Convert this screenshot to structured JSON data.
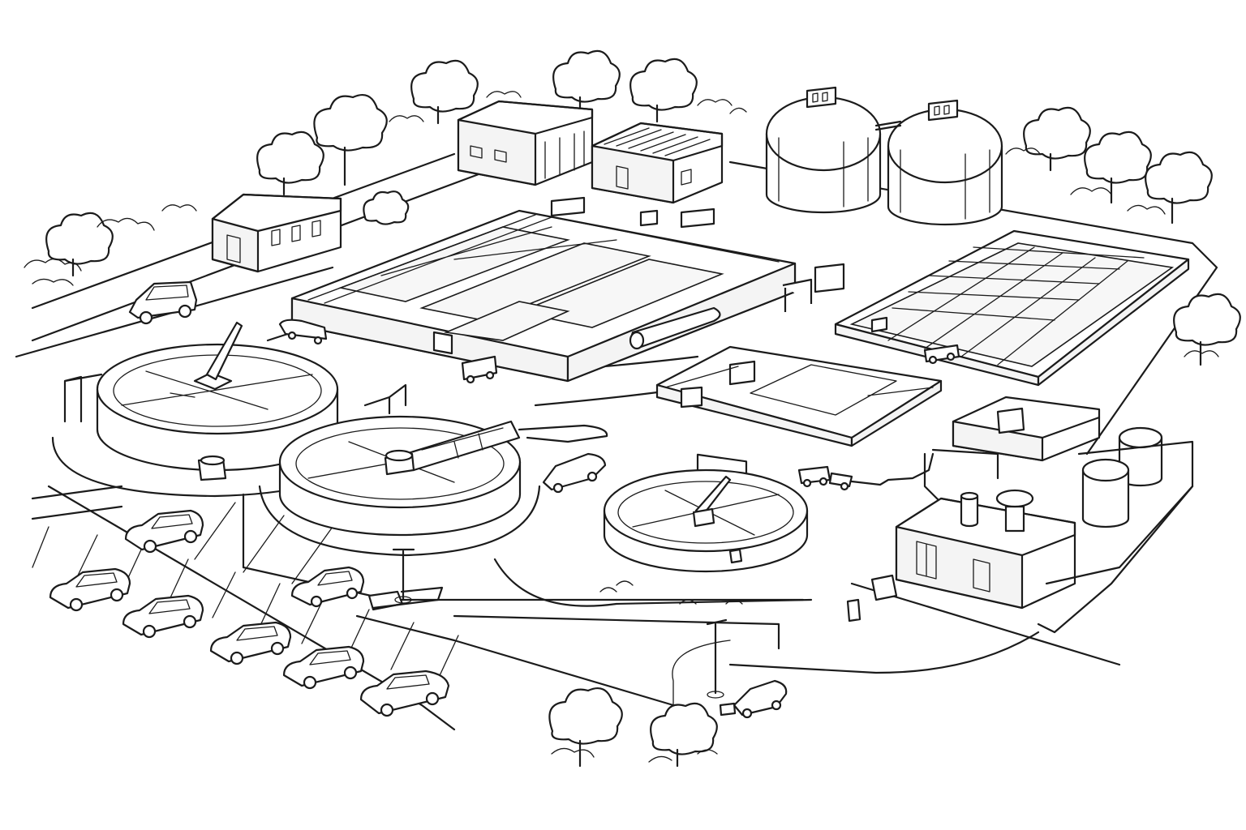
{
  "scene": {
    "ink_color": "#1b1b1b",
    "paper_color": "#ffffff",
    "style": "black-and-white line drawing",
    "contents": {
      "circular_clarifiers": 3,
      "storage_tanks_large": 2,
      "storage_tanks_small": 2,
      "buildings": 5,
      "rectangular_basins": 2,
      "parked_cars": 10,
      "light_poles": 2
    }
  }
}
